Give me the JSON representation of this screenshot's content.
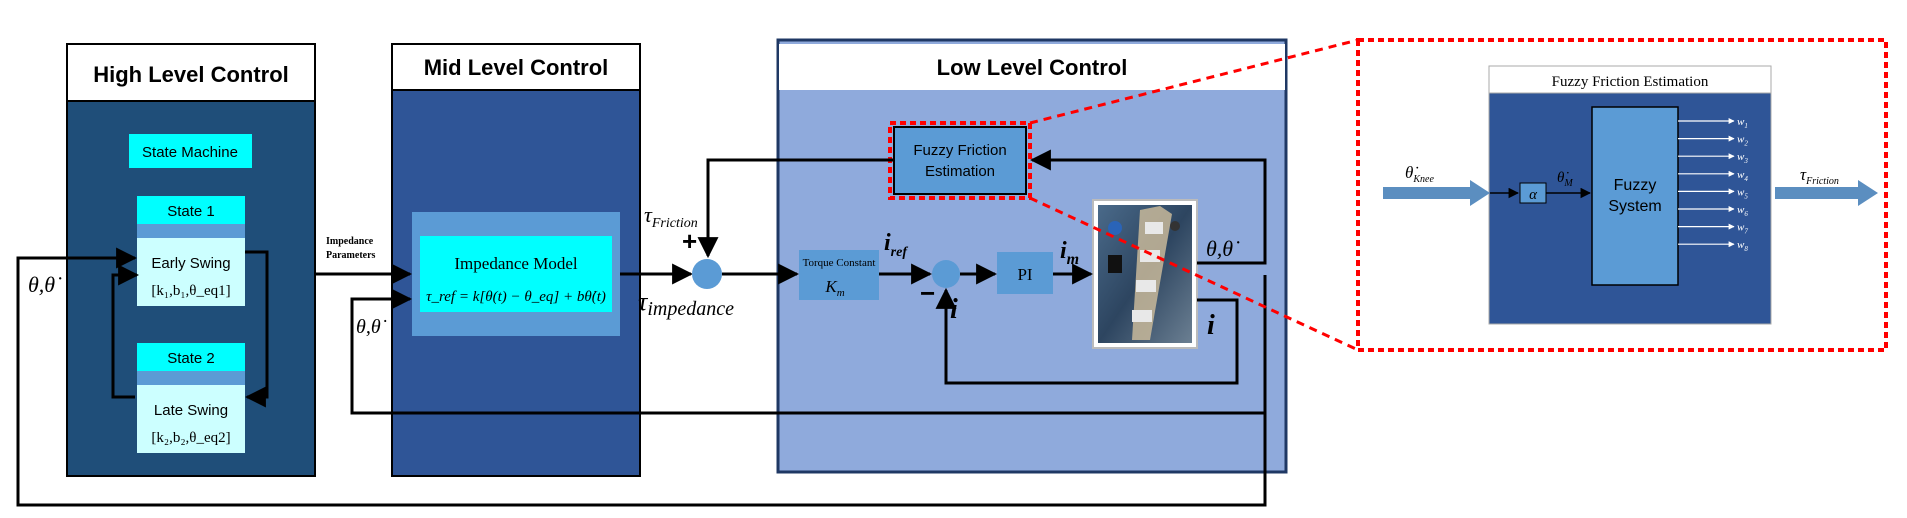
{
  "colors": {
    "high_level_bg": "#1f4e79",
    "mid_level_bg": "#2f5597",
    "low_level_bg": "#8faadc",
    "low_level_border": "#1f3864",
    "cyan": "#00ffff",
    "light_cyan": "#ccffff",
    "block_blue": "#5b9bd5",
    "fuzzy_outer_bg": "#2f5597",
    "red_dash": "#ff0000",
    "wire": "#000000",
    "white": "#ffffff"
  },
  "high_level": {
    "title": "High Level Control",
    "state_machine": "State Machine",
    "state1": {
      "header": "State 1",
      "name": "Early Swing",
      "params": "[k₁,b₁,θ_eq1]"
    },
    "state2": {
      "header": "State 2",
      "name": "Late Swing",
      "params": "[k₂,b₂,θ_eq2]"
    }
  },
  "mid_level": {
    "title": "Mid Level Control",
    "impedance_model": "Impedance Model",
    "equation": "τ_ref = k[θ(t) − θ_eq] + bθ̇(t)"
  },
  "low_level": {
    "title": "Low Level Control",
    "fuzzy_block": [
      "Fuzzy Friction",
      "Estimation"
    ],
    "torque_constant": "Torque Constant",
    "km": "K",
    "km_sub": "m",
    "pi": "PI"
  },
  "signals": {
    "theta_thetadot": "θ,θ̇",
    "impedance_params": [
      "Impedance",
      "Parameters"
    ],
    "tau_friction": "τ",
    "tau_friction_sub": "Friction",
    "tau_impedance": "τ",
    "tau_impedance_sub": "impedance",
    "plus": "+",
    "minus": "−",
    "i_ref": "i",
    "i_ref_sub": "ref",
    "i_m": "i",
    "i_m_sub": "m",
    "i": "i"
  },
  "fuzzy_detail": {
    "title": "Fuzzy Friction Estimation",
    "input": "θ̇",
    "input_sub": "Knee",
    "alpha": "α",
    "theta_m": "θ̇",
    "theta_m_sub": "M",
    "system": [
      "Fuzzy",
      "System"
    ],
    "output": "τ",
    "output_sub": "Friction",
    "weights": [
      "w1",
      "w2",
      "w3",
      "w4",
      "w5",
      "w6",
      "w7",
      "w8"
    ]
  }
}
